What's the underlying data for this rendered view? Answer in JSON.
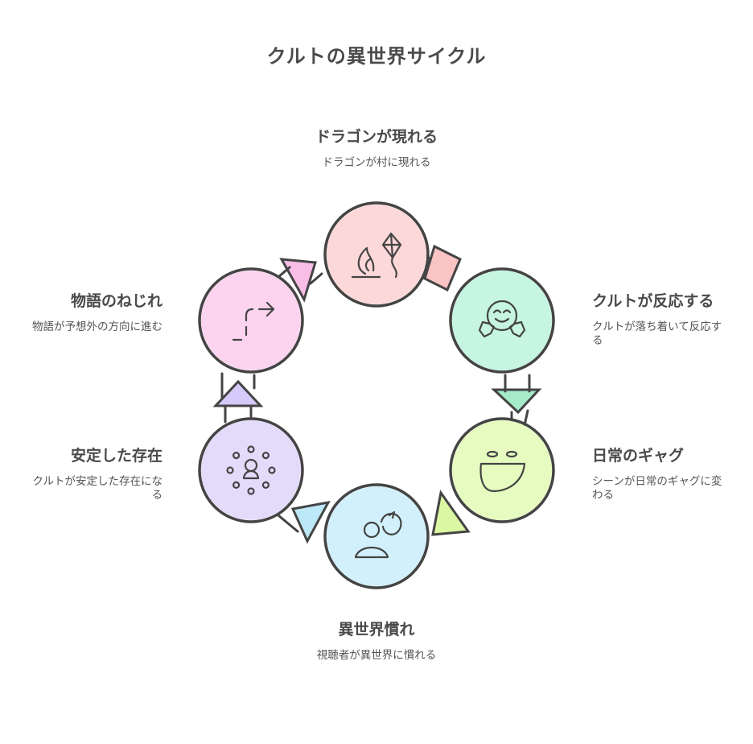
{
  "title": "クルトの異世界サイクル",
  "steps": [
    {
      "title": "ドラゴンが現れる",
      "desc": "ドラゴンが村に現れる",
      "fill": "#fdd8d8",
      "icon": "kite-and-fire-icon"
    },
    {
      "title": "クルトが反応する",
      "desc": "クルトが落ち着いて反応する",
      "fill": "#c6f5e1",
      "icon": "smiling-face-hands-icon"
    },
    {
      "title": "日常のギャグ",
      "desc": "シーンが日常のギャグに変わる",
      "fill": "#e6fbc0",
      "icon": "laughing-face-icon"
    },
    {
      "title": "異世界慣れ",
      "desc": "視聴者が異世界に慣れる",
      "fill": "#d2f0fb",
      "icon": "person-thinking-icon"
    },
    {
      "title": "安定した存在",
      "desc": "クルトが安定した存在になる",
      "fill": "#e4dbfb",
      "icon": "person-circle-icon"
    },
    {
      "title": "物語のねじれ",
      "desc": "物語が予想外の方向に進む",
      "fill": "#fcd4ef",
      "icon": "twisting-path-icon"
    }
  ],
  "colors": {
    "stroke": "#444444"
  }
}
